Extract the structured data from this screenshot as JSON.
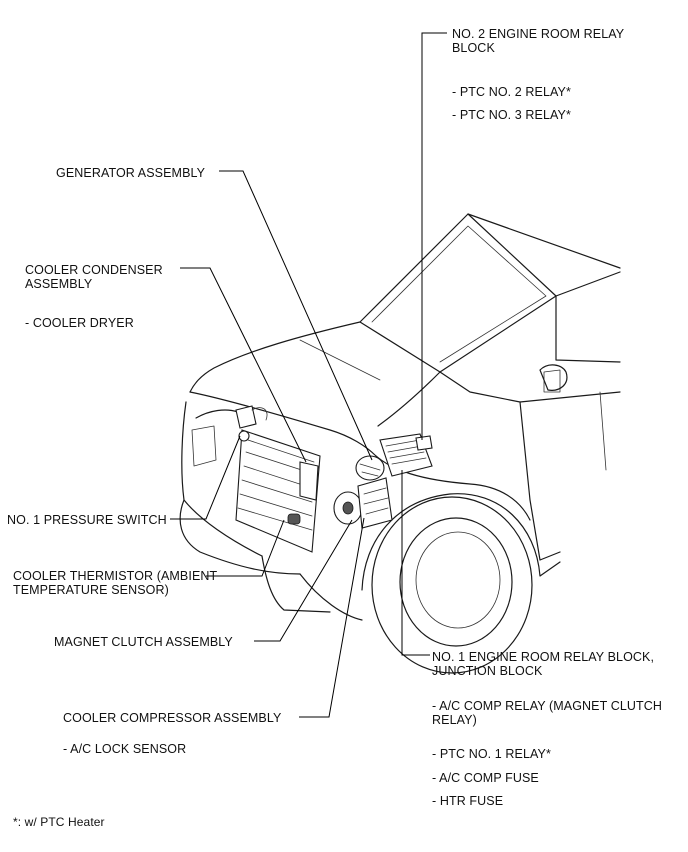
{
  "labels": {
    "relay_block_2_title": "NO. 2 ENGINE ROOM RELAY",
    "relay_block_2_title_2": "BLOCK",
    "relay_block_2_item_1": "- PTC NO. 2 RELAY*",
    "relay_block_2_item_2": "- PTC NO. 3 RELAY*",
    "generator": "GENERATOR ASSEMBLY",
    "condenser_1": "COOLER CONDENSER",
    "condenser_2": "ASSEMBLY",
    "condenser_item": "- COOLER DRYER",
    "pressure_switch": "NO. 1 PRESSURE SWITCH",
    "thermistor_1": "COOLER THERMISTOR (AMBIENT",
    "thermistor_2": "TEMPERATURE SENSOR)",
    "magnet_clutch": "MAGNET CLUTCH  ASSEMBLY",
    "relay_block_1_title": "NO. 1 ENGINE ROOM RELAY BLOCK,",
    "relay_block_1_title_2": "JUNCTION BLOCK",
    "relay_block_1_item_1a": "- A/C COMP RELAY (MAGNET CLUTCH",
    "relay_block_1_item_1b": "RELAY)",
    "relay_block_1_item_2": "- PTC NO. 1 RELAY*",
    "relay_block_1_item_3": "- A/C COMP FUSE",
    "relay_block_1_item_4": "- HTR FUSE",
    "compressor": "COOLER COMPRESSOR ASSEMBLY",
    "compressor_item": "- A/C LOCK SENSOR",
    "footnote": "*: w/ PTC Heater"
  }
}
